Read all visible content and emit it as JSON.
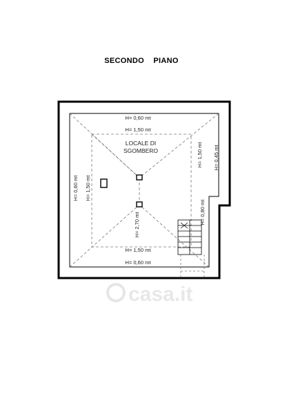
{
  "title": {
    "left": "SECONDO",
    "right": "PIANO"
  },
  "room": {
    "line1": "LOCALE DI",
    "line2": "SGOMBERO"
  },
  "heights": {
    "top_outer": "H= 0,60 mt",
    "top_inner": "H= 1,50 mt",
    "bottom_inner": "H= 1,50 mt",
    "bottom_outer": "H= 0,60 mt",
    "left_outer": "H= 0,60 mt",
    "left_inner": "H= 1,50 mt",
    "right_inner": "H= 1,50 mt",
    "right_outer": "H= 0,45 mt",
    "center": "H= 2,70 mt",
    "stair": "H= 0,80 mt"
  },
  "watermark": {
    "text": "casa.it"
  }
}
